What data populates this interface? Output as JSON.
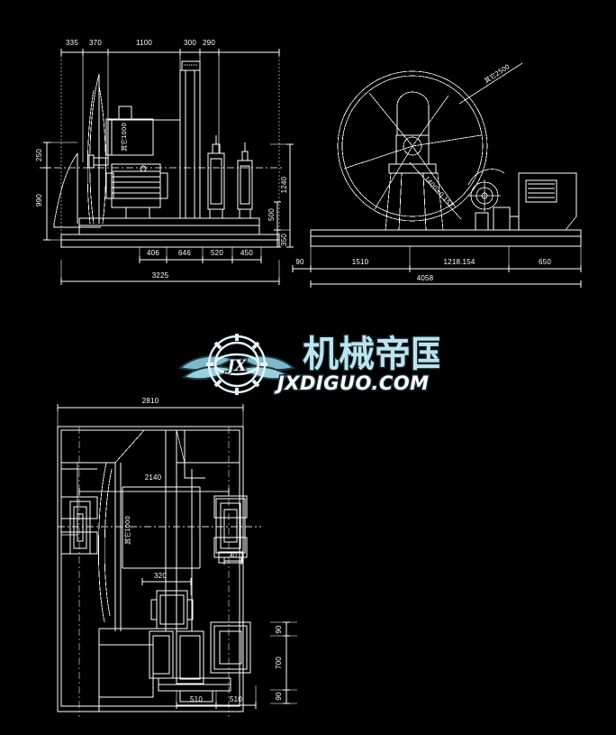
{
  "drawing": {
    "title": "Mechanical assembly CAD drawing - three orthographic views",
    "background_color": "#000000",
    "line_color": "#ffffff",
    "views": [
      {
        "name": "front-elevation-view",
        "top_dimensions": [
          "335",
          "370",
          "1100",
          "300",
          "290"
        ],
        "bottom_dimensions": [
          "406",
          "646",
          "520",
          "450"
        ],
        "overall_bottom_dimension": "3225",
        "left_dimensions": [
          "250",
          "990"
        ],
        "right_dimensions": [
          "1240",
          "500",
          "350"
        ],
        "internal_labels": [
          "其它1000"
        ]
      },
      {
        "name": "side-elevation-view",
        "bottom_dimensions": [
          "90",
          "1510",
          "1218.154",
          "650"
        ],
        "overall_bottom_dimension": "4058",
        "leader_labels": [
          "其它2500",
          "1400±0.152"
        ]
      },
      {
        "name": "plan-top-view",
        "top_dimension": "2810",
        "internal_dimensions": [
          "2140",
          "320",
          "40"
        ],
        "internal_labels": [
          "其它1000"
        ],
        "bottom_dimensions": [
          "510",
          "510"
        ],
        "right_dimensions": [
          "90",
          "700",
          "90"
        ]
      }
    ]
  },
  "watermark": {
    "name": "jxdiguo-watermark",
    "chinese_text": "机械帝国",
    "domain_text": "JXDIGUO.COM",
    "logo_initials": "JX",
    "logo_color": "#7fb8c9",
    "text_color": "#bfe3ee",
    "outline_color": "#0d2026"
  }
}
